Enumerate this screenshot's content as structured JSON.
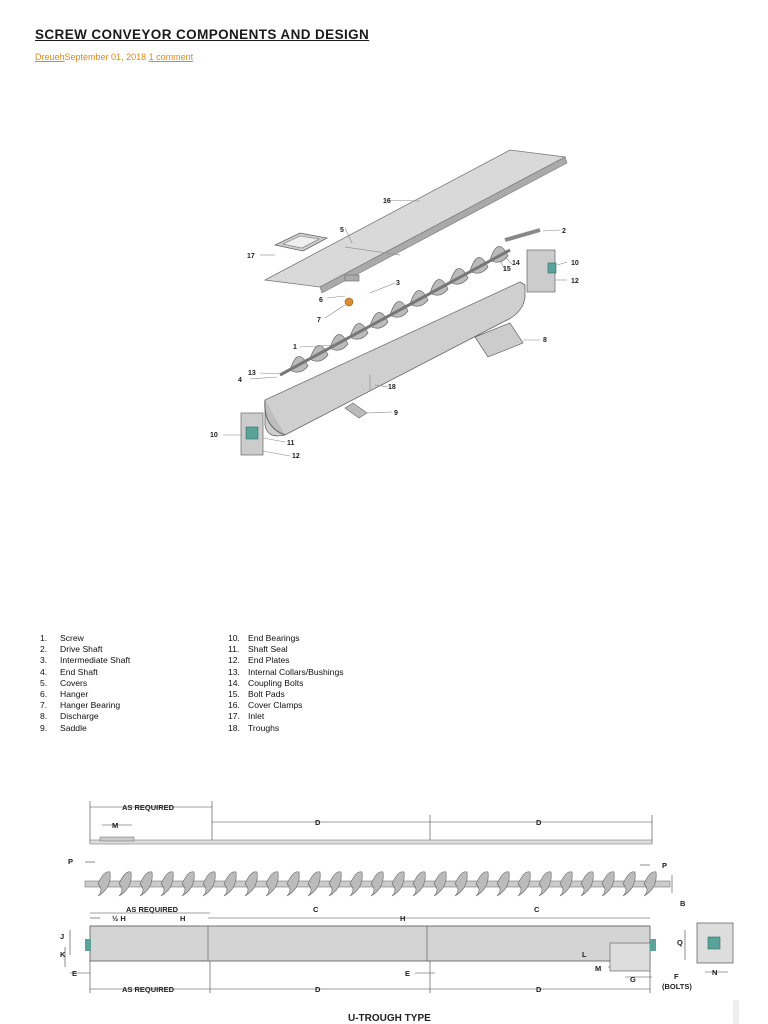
{
  "article": {
    "title": "SCREW CONVEYOR COMPONENTS AND DESIGN",
    "author": "Dreueh",
    "date": "September 01, 2018",
    "comments": "1 comment"
  },
  "figure1": {
    "labels": [
      "1",
      "2",
      "3",
      "4",
      "5",
      "6",
      "7",
      "8",
      "9",
      "10",
      "11",
      "12",
      "13",
      "14",
      "15",
      "16",
      "17",
      "18",
      "10",
      "11",
      "12"
    ]
  },
  "components_left": [
    {
      "num": "1.",
      "name": "Screw"
    },
    {
      "num": "2.",
      "name": "Drive Shaft"
    },
    {
      "num": "3.",
      "name": "Intermediate Shaft"
    },
    {
      "num": "4.",
      "name": "End Shaft"
    },
    {
      "num": "5.",
      "name": "Covers"
    },
    {
      "num": "6.",
      "name": "Hanger"
    },
    {
      "num": "7.",
      "name": "Hanger Bearing"
    },
    {
      "num": "8.",
      "name": "Discharge"
    },
    {
      "num": "9.",
      "name": "Saddle"
    }
  ],
  "components_right": [
    {
      "num": "10.",
      "name": "End Bearings"
    },
    {
      "num": "11.",
      "name": "Shaft Seal"
    },
    {
      "num": "12.",
      "name": "End Plates"
    },
    {
      "num": "13.",
      "name": "Internal Collars/Bushings"
    },
    {
      "num": "14.",
      "name": "Coupling Bolts"
    },
    {
      "num": "15.",
      "name": "Bolt Pads"
    },
    {
      "num": "16.",
      "name": "Cover Clamps"
    },
    {
      "num": "17.",
      "name": "Inlet"
    },
    {
      "num": "18.",
      "name": "Troughs"
    }
  ],
  "figure2": {
    "as_required": "AS REQUIRED",
    "d": "D",
    "c": "C",
    "h": "H",
    "half_h": "½ H",
    "m": "M",
    "p": "P",
    "b": "B",
    "j": "J",
    "k": "K",
    "e": "E",
    "l": "L",
    "g": "G",
    "q": "Q",
    "f": "F",
    "n": "N",
    "bolts": "(BOLTS)",
    "caption": "U-TROUGH TYPE"
  }
}
